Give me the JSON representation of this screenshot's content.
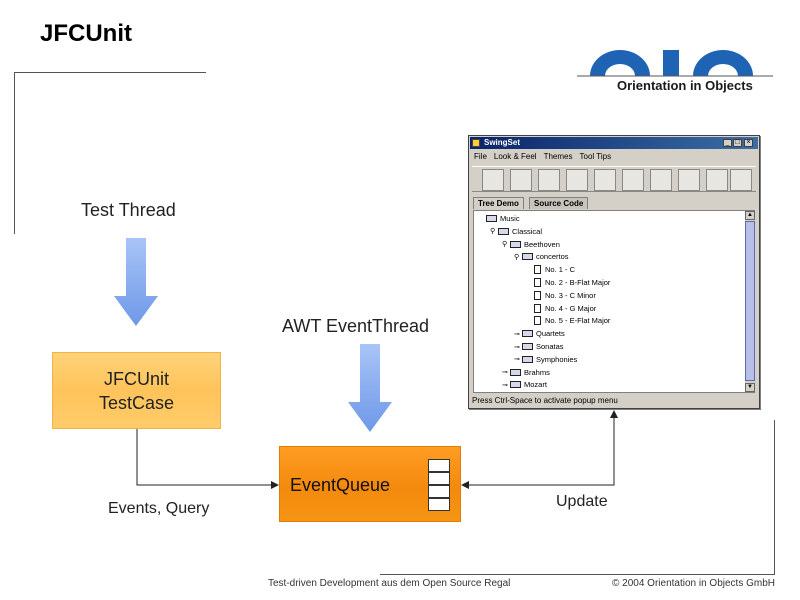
{
  "slide": {
    "title": "JFCUnit",
    "footer_left": "Test-driven Development aus dem Open Source Regal",
    "footer_right": "© 2004 Orientation in Objects GmbH"
  },
  "logo": {
    "company": "Orientation in Objects",
    "color": "#1f63b5"
  },
  "diagram": {
    "test_thread": "Test Thread",
    "awt_event_thread": "AWT EventThread",
    "testcase_line1": "JFCUnit",
    "testcase_line2": "TestCase",
    "event_queue": "EventQueue",
    "events_query": "Events, Query",
    "update": "Update",
    "colors": {
      "arrow_blue": "#7aa4ee",
      "orange_light": "#ffc35a",
      "orange_dark": "#f38a0e"
    }
  },
  "swingset": {
    "title": "SwingSet",
    "menu": [
      "File",
      "Look & Feel",
      "Themes",
      "Tool Tips"
    ],
    "tabs": [
      "Tree Demo",
      "Source Code"
    ],
    "tree": [
      {
        "label": "Music",
        "type": "folder",
        "level": 0,
        "handle": ""
      },
      {
        "label": "Classical",
        "type": "folder",
        "level": 1,
        "handle": "⚲"
      },
      {
        "label": "Beethoven",
        "type": "folder",
        "level": 2,
        "handle": "⚲"
      },
      {
        "label": "concertos",
        "type": "folder",
        "level": 3,
        "handle": "⚲"
      },
      {
        "label": "No. 1 - C",
        "type": "doc",
        "level": 4,
        "handle": ""
      },
      {
        "label": "No. 2 - B-Flat Major",
        "type": "doc",
        "level": 4,
        "handle": ""
      },
      {
        "label": "No. 3 - C Minor",
        "type": "doc",
        "level": 4,
        "handle": ""
      },
      {
        "label": "No. 4 - G Major",
        "type": "doc",
        "level": 4,
        "handle": ""
      },
      {
        "label": "No. 5 - E-Flat Major",
        "type": "doc",
        "level": 4,
        "handle": ""
      },
      {
        "label": "Quartets",
        "type": "folder",
        "level": 3,
        "handle": "⊸"
      },
      {
        "label": "Sonatas",
        "type": "folder",
        "level": 3,
        "handle": "⊸"
      },
      {
        "label": "Symphonies",
        "type": "folder",
        "level": 3,
        "handle": "⊸"
      },
      {
        "label": "Brahms",
        "type": "folder",
        "level": 2,
        "handle": "⊸"
      },
      {
        "label": "Mozart",
        "type": "folder",
        "level": 2,
        "handle": "⊸"
      }
    ],
    "status": "Press Ctrl-Space to activate popup menu"
  }
}
